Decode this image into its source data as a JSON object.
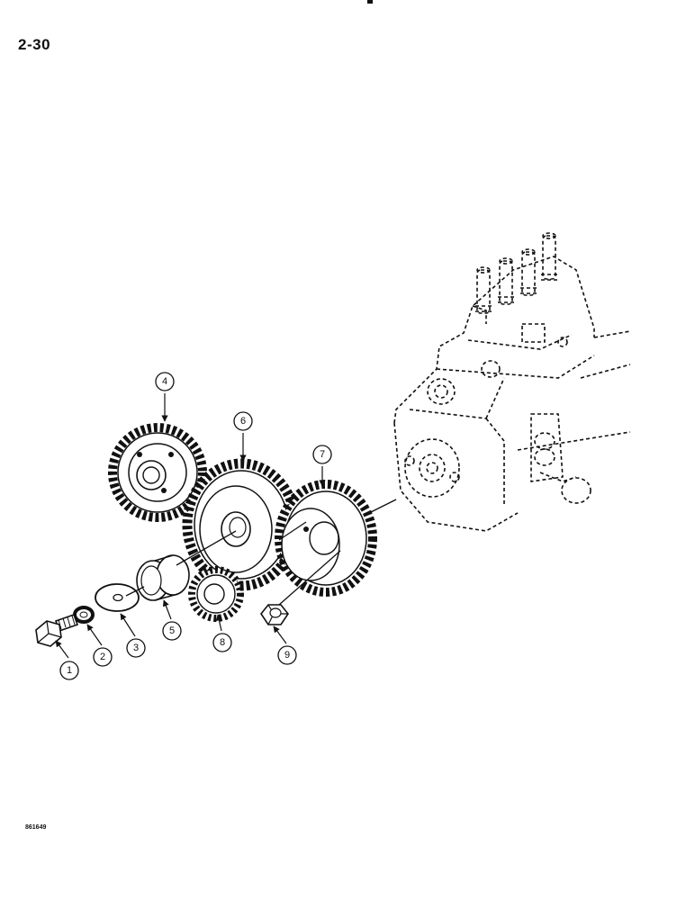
{
  "page": {
    "number": "2-30",
    "figure_id": "861649"
  },
  "colors": {
    "ink": "#111111",
    "paper": "#ffffff"
  },
  "callouts": [
    "1",
    "2",
    "3",
    "4",
    "5",
    "6",
    "7",
    "8",
    "9"
  ],
  "parts": [
    "hex-bolt-icon",
    "lock-washer-icon",
    "flat-washer-icon",
    "gear-icon",
    "bushing-icon",
    "idler-gear-icon",
    "pump-drive-gear-icon",
    "small-gear-icon",
    "hex-nut-icon",
    "injection-pump-icon"
  ]
}
